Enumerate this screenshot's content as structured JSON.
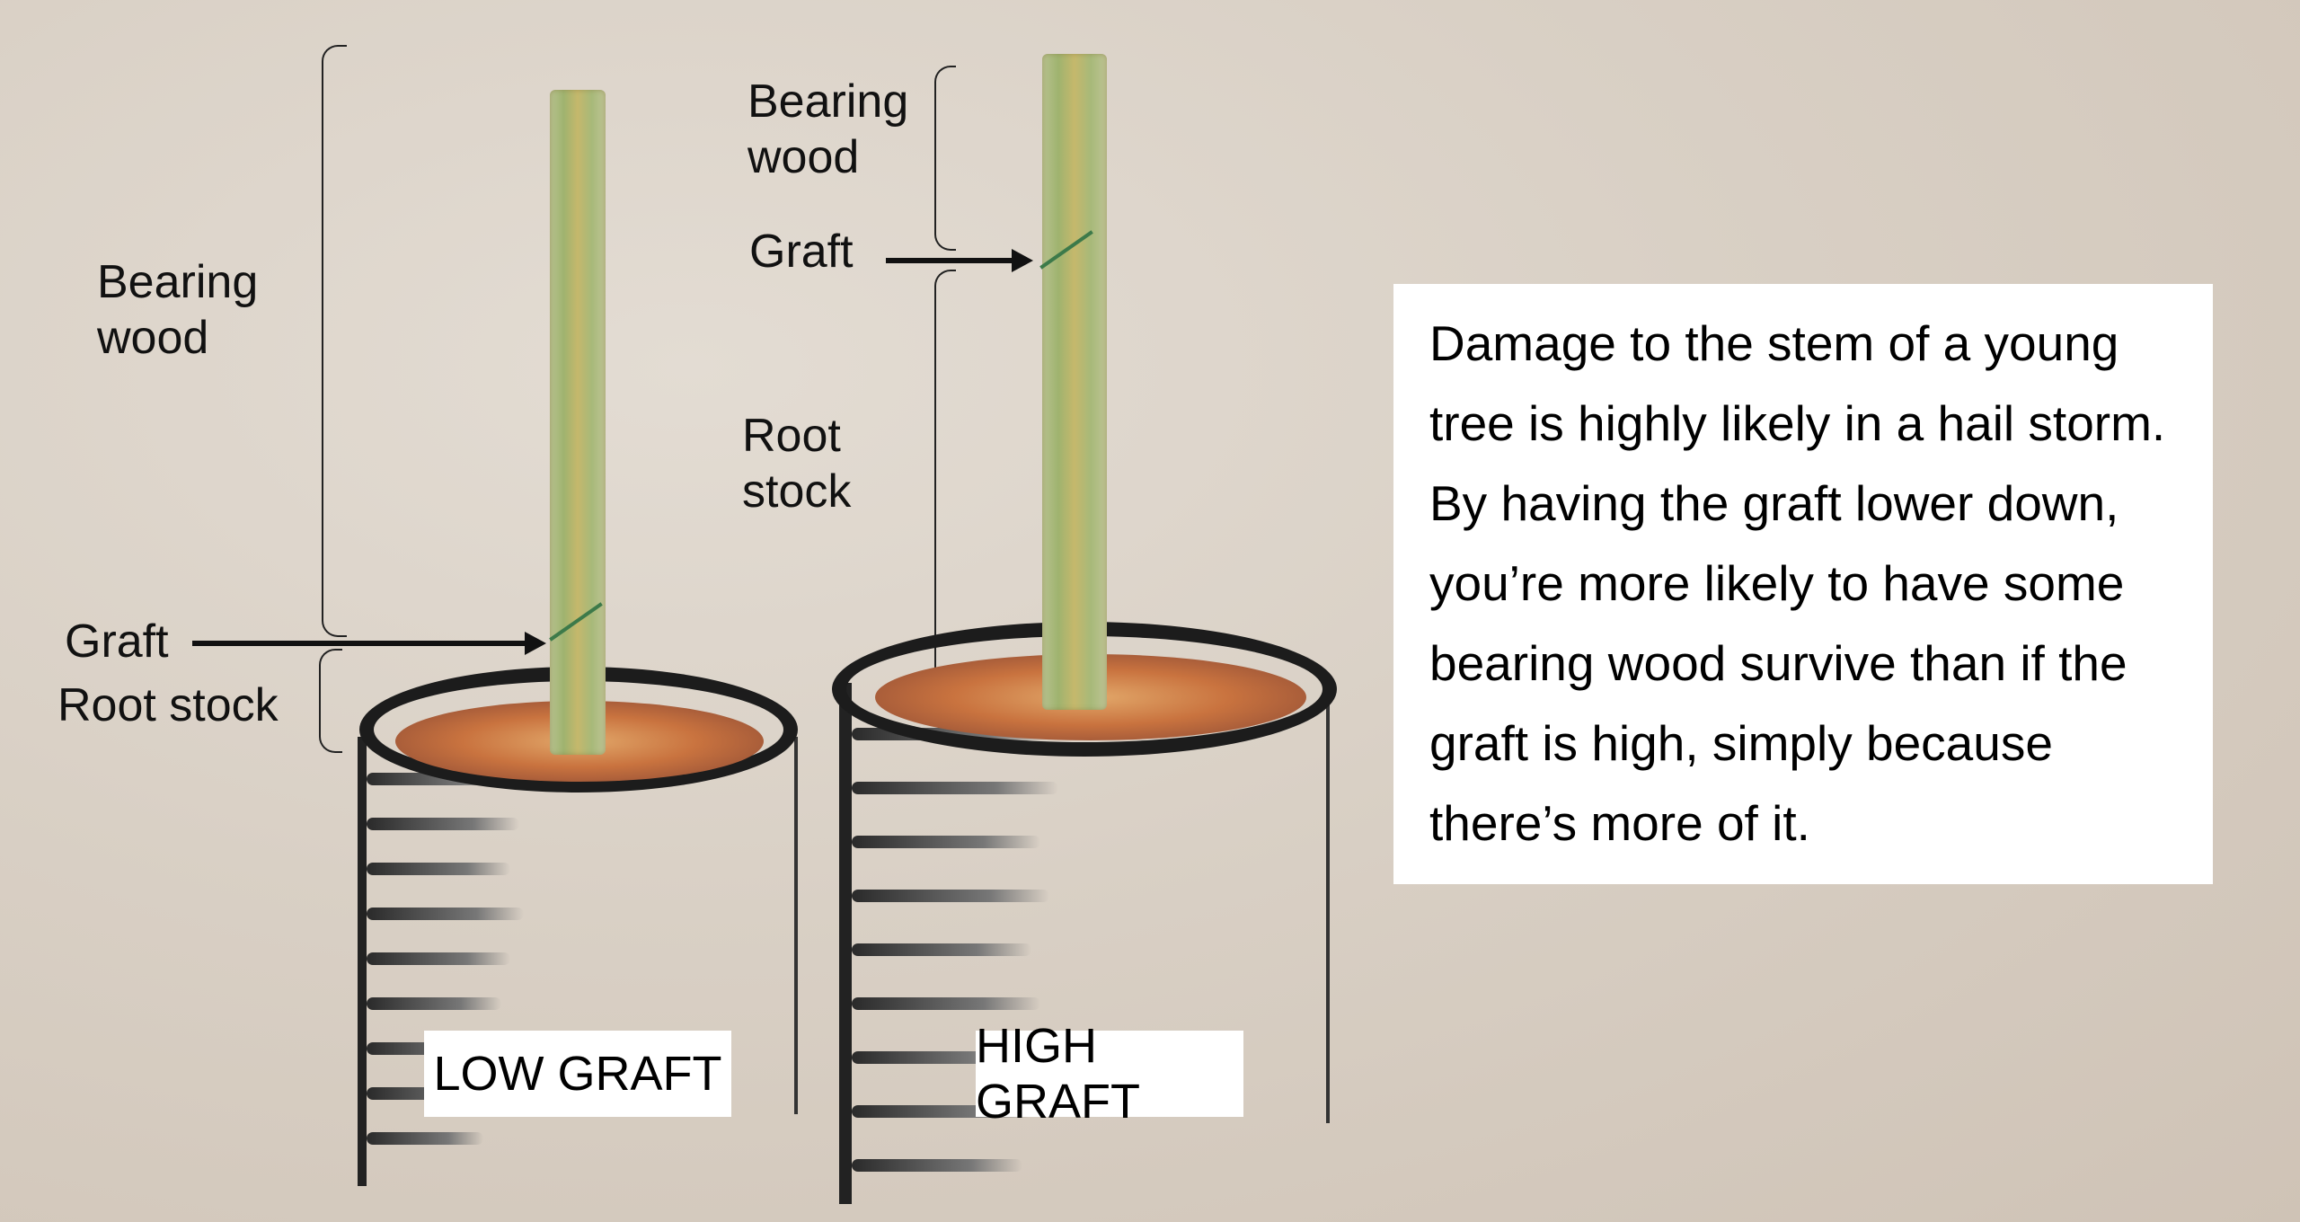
{
  "diagram": {
    "title": "Low graft vs high graft young tree comparison",
    "colors": {
      "background": "#d9d0c5",
      "stem_green": "#a7b979",
      "soil": "#c9733f",
      "pot": "#1c1c1c",
      "text_box": "#ffffff",
      "text": "#111111"
    },
    "low_graft": {
      "caption": "LOW GRAFT",
      "labels": {
        "bearing_wood": [
          "Bearing",
          "wood"
        ],
        "graft": "Graft",
        "root_stock": "Root stock"
      }
    },
    "high_graft": {
      "caption": "HIGH GRAFT",
      "labels": {
        "bearing_wood": [
          "Bearing",
          "wood"
        ],
        "graft": "Graft",
        "root_stock": [
          "Root",
          "stock"
        ]
      }
    },
    "note": {
      "lines": [
        "Damage to the stem of a young",
        "tree is highly likely in a hail storm.",
        "By having the graft lower down,",
        "you’re more likely to have some",
        "bearing wood survive than if the",
        "graft is high, simply because",
        "there’s more of it."
      ]
    }
  }
}
